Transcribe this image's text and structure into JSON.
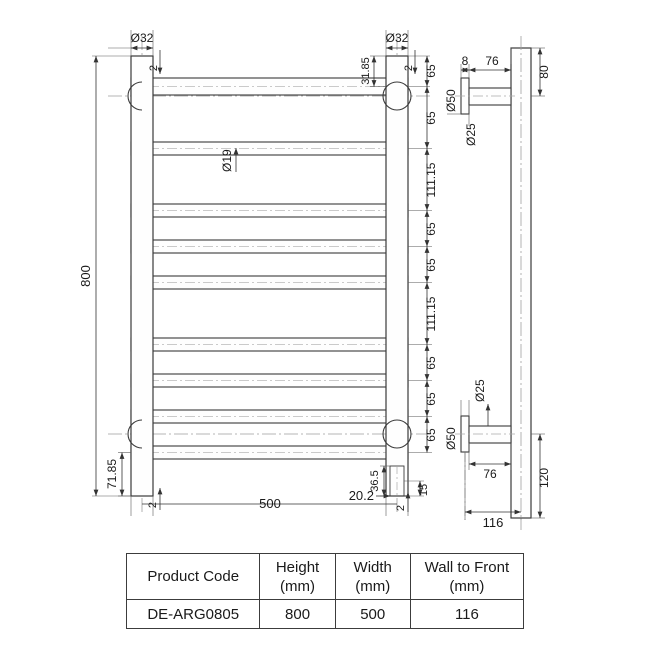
{
  "drawing": {
    "title": "Heated towel rail technical drawing",
    "units": "mm",
    "line_color": "#333333",
    "thin_color": "#8a8a8a",
    "center_color": "#9a9a9a",
    "text_color": "#1a1a1a"
  },
  "front_view": {
    "overall_height": "800",
    "overall_width": "500",
    "post_diameter": "Ø32",
    "rung_diameter": "Ø19",
    "top_offset": "31.85",
    "bottom_offset": "71.85",
    "wall_gap_left": "2",
    "wall_gap_right": "2",
    "wall_gap_top": "2",
    "wall_gap_bottom": "2",
    "foot_inner_width": "36.5",
    "foot_offset": "20.2",
    "foot_height": "15",
    "foot_gap": "2",
    "spacing_chain": [
      "65",
      "65",
      "111.15",
      "65",
      "65",
      "111.15",
      "65",
      "65",
      "65"
    ]
  },
  "side_view_top": {
    "bracket_plate_diameter": "Ø50",
    "bracket_stem_diameter": "Ø25",
    "plate_thickness": "8",
    "stem_length": "76",
    "top_to_center": "80"
  },
  "side_view_bottom": {
    "bracket_plate_diameter": "Ø50",
    "bracket_stem_diameter": "Ø25",
    "stem_length": "76",
    "bottom_to_center": "120",
    "wall_to_front": "116"
  },
  "spec_table": {
    "headers": [
      {
        "line1": "Product Code",
        "line2": ""
      },
      {
        "line1": "Height",
        "line2": "(mm)"
      },
      {
        "line1": "Width",
        "line2": "(mm)"
      },
      {
        "line1": "Wall to Front",
        "line2": "(mm)"
      }
    ],
    "rows": [
      {
        "code": "DE-ARG0805",
        "height": "800",
        "width": "500",
        "wall_to_front": "116"
      }
    ]
  }
}
